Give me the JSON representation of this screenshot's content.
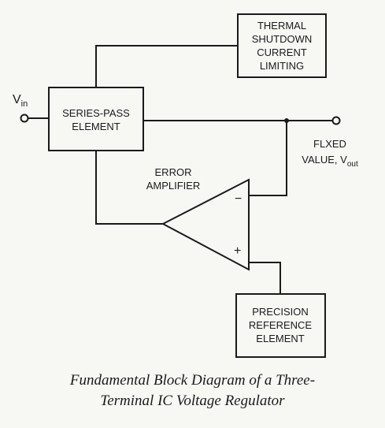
{
  "blocks": {
    "thermal": [
      "THERMAL",
      "SHUTDOWN",
      "CURRENT",
      "LIMITING"
    ],
    "series_pass": [
      "SERIES-PASS",
      "ELEMENT"
    ],
    "reference": [
      "PRECISION",
      "REFERENCE",
      "ELEMENT"
    ]
  },
  "labels": {
    "vin_main": "V",
    "vin_sub": "in",
    "error_amp": [
      "ERROR",
      "AMPLIFIER"
    ],
    "vout_line1": "FLXED",
    "vout_line2_prefix": "VALUE, V",
    "vout_sub": "out",
    "minus": "−",
    "plus": "+"
  },
  "caption": {
    "line1": "Fundamental Block Diagram of a Three-",
    "line2": "Terminal IC Voltage Regulator"
  }
}
